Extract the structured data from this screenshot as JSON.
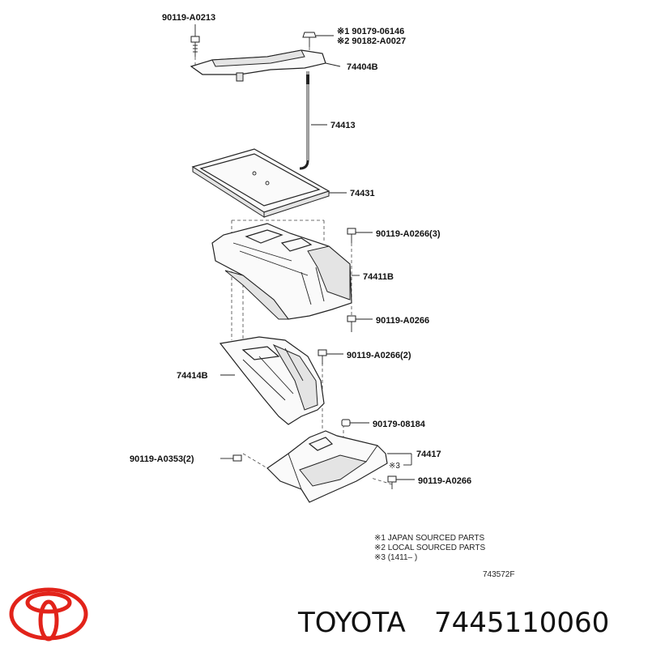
{
  "callouts": {
    "bolt_top_left": "90119-A0213",
    "nut_top_j": "※1 90179-06146",
    "nut_top_l": "※2 90182-A0027",
    "clamp": "74404B",
    "rod": "74413",
    "tray": "74431",
    "bolt_carrier_upper": "90119-A0266(3)",
    "carrier_upper": "74411B",
    "bolt_carrier_lower": "90119-A0266",
    "bolt_carrier_side": "90119-A0266(2)",
    "carrier_lower": "74414B",
    "nut_bracket": "90179-08184",
    "bracket": "74417",
    "bracket_mark": "※3",
    "bolt_left": "90119-A0353(2)",
    "bolt_bracket": "90119-A0266"
  },
  "notes": {
    "line1": "※1 JAPAN SOURCED PARTS",
    "line2": "※2 LOCAL SOURCED PARTS",
    "line3": "※3 (1411–      )"
  },
  "drawing_code": "743572F",
  "brand": {
    "name": "TOYOTA",
    "part_number": "7445110060",
    "logo_color": "#e2231a"
  }
}
